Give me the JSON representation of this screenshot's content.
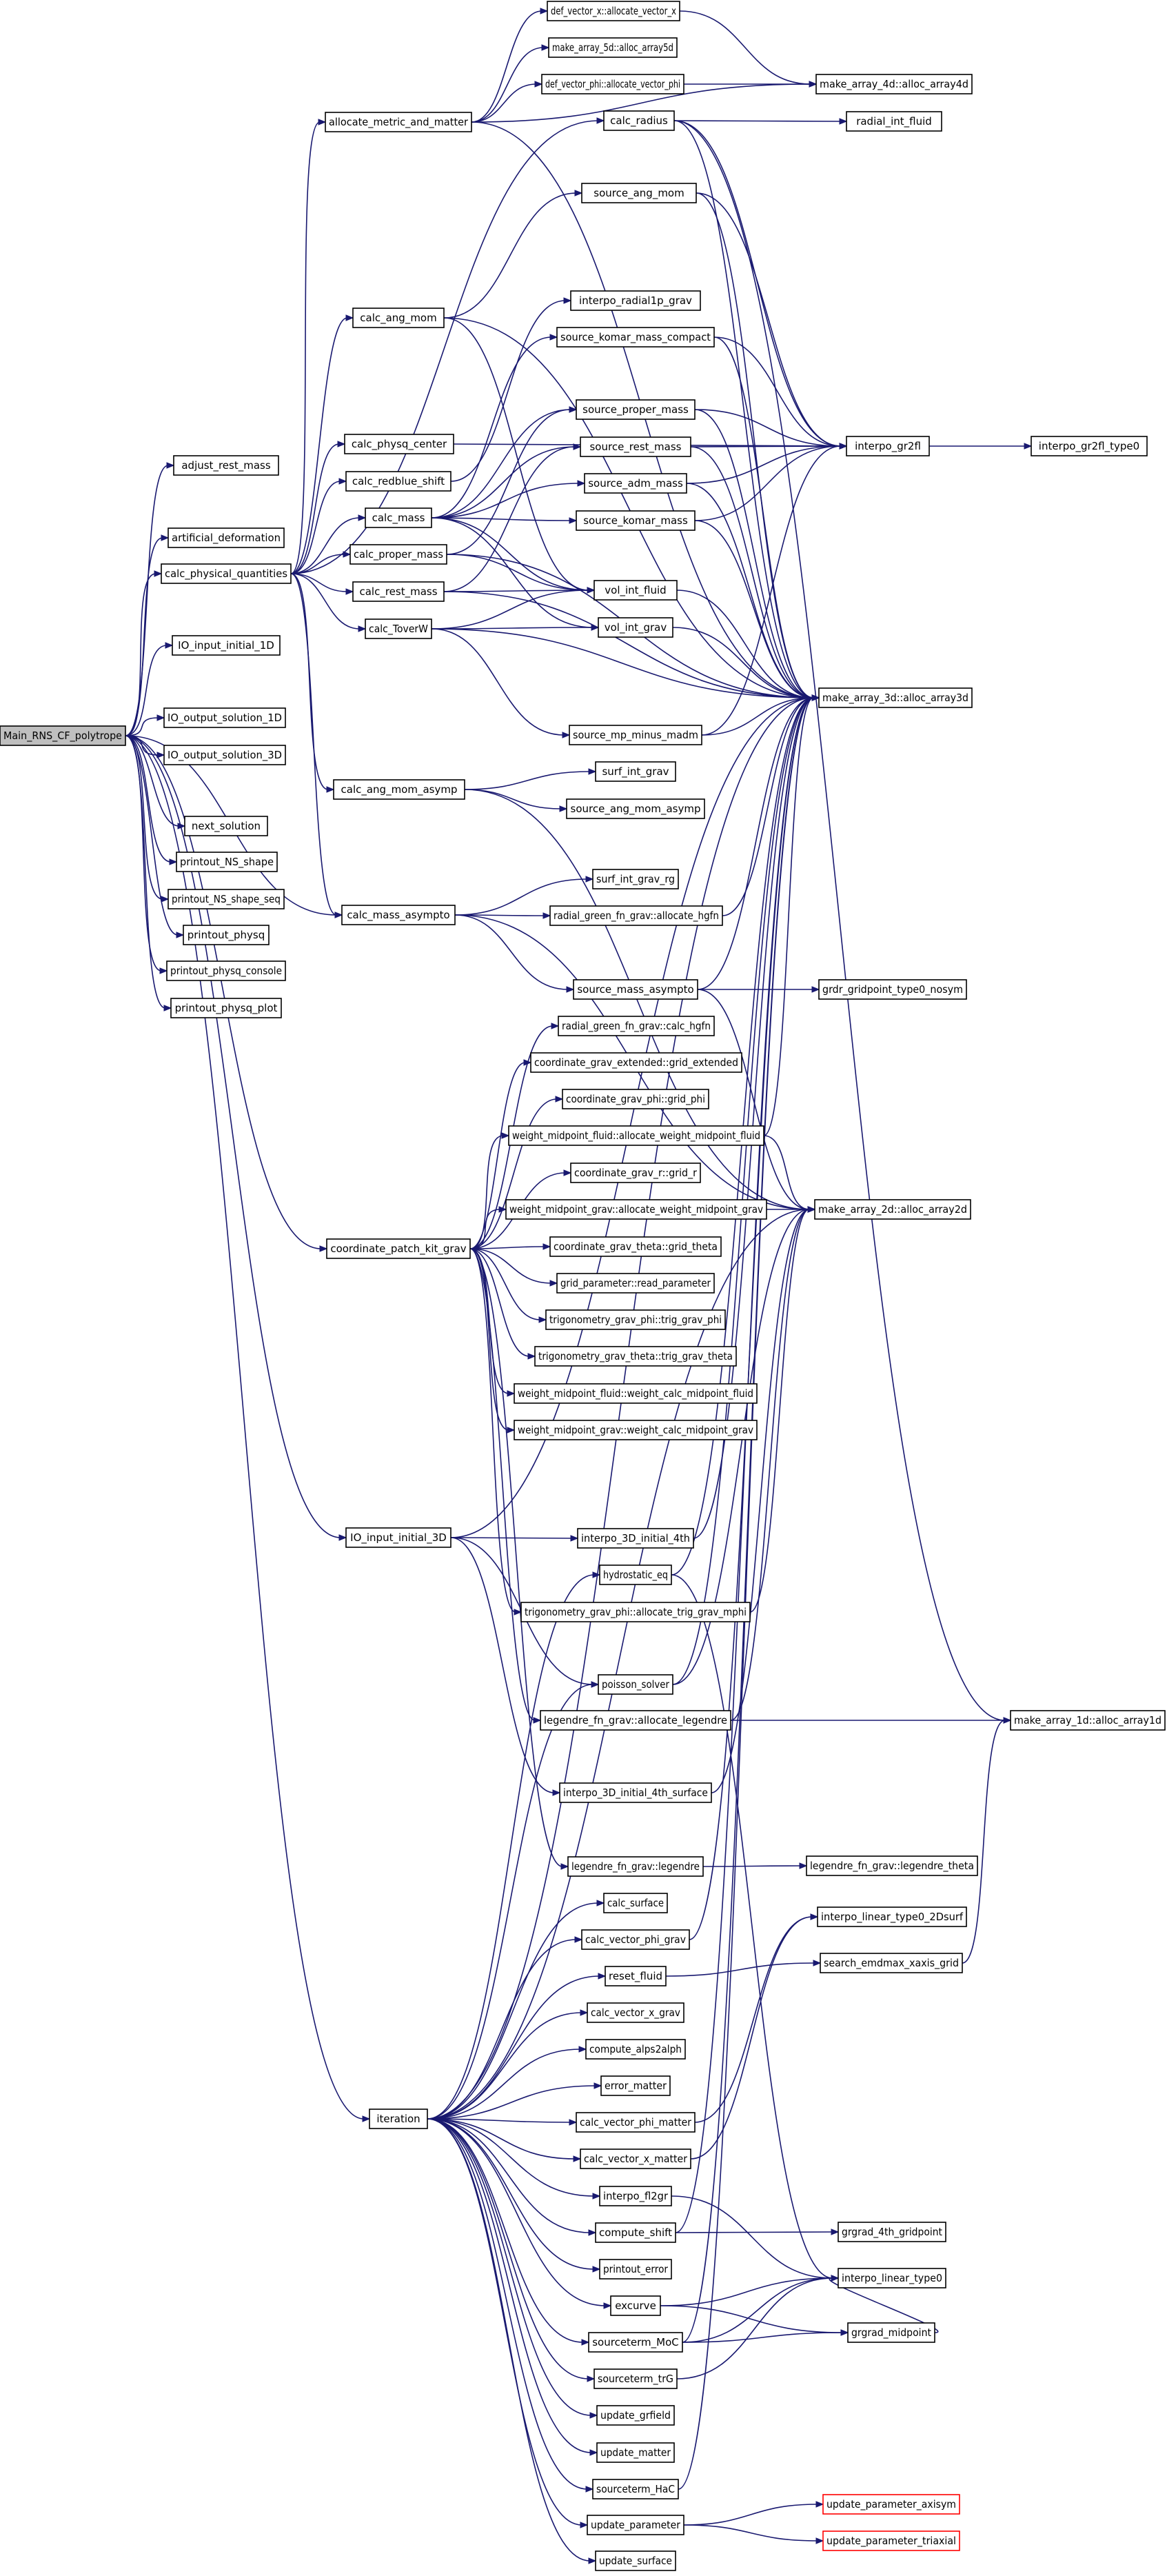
{
  "colors": {
    "edge": "#191970",
    "root_fill": "#bfbfbf",
    "node_border": "#000000",
    "unresolved_border": "#ff0000"
  },
  "root": "Main_RNS_CF_polytrope",
  "nodes": [
    {
      "id": "n0",
      "label": "Main_RNS_CF_polytrope"
    },
    {
      "id": "n1",
      "label": "adjust_rest_mass"
    },
    {
      "id": "n2",
      "label": "artificial_deformation"
    },
    {
      "id": "n3",
      "label": "calc_physical_quantities"
    },
    {
      "id": "n4",
      "label": "IO_input_initial_1D"
    },
    {
      "id": "n5",
      "label": "IO_output_solution_1D"
    },
    {
      "id": "n6",
      "label": "IO_output_solution_3D"
    },
    {
      "id": "n7",
      "label": "next_solution"
    },
    {
      "id": "n8",
      "label": "printout_NS_shape"
    },
    {
      "id": "n9",
      "label": "printout_NS_shape_seq"
    },
    {
      "id": "n10",
      "label": "printout_physq"
    },
    {
      "id": "n11",
      "label": "printout_physq_console"
    },
    {
      "id": "n12",
      "label": "printout_physq_plot"
    },
    {
      "id": "n13",
      "label": "allocate_metric_and_matter"
    },
    {
      "id": "n14",
      "label": "calc_ang_mom"
    },
    {
      "id": "n15",
      "label": "calc_physq_center"
    },
    {
      "id": "n16",
      "label": "calc_redblue_shift"
    },
    {
      "id": "n17",
      "label": "calc_mass"
    },
    {
      "id": "n18",
      "label": "calc_proper_mass"
    },
    {
      "id": "n19",
      "label": "calc_rest_mass"
    },
    {
      "id": "n20",
      "label": "calc_ToverW"
    },
    {
      "id": "n21",
      "label": "calc_ang_mom_asymp"
    },
    {
      "id": "n22",
      "label": "calc_mass_asympto"
    },
    {
      "id": "n23",
      "label": "coordinate_patch_kit_grav"
    },
    {
      "id": "n24",
      "label": "IO_input_initial_3D"
    },
    {
      "id": "n25",
      "label": "iteration"
    },
    {
      "id": "n26",
      "label": "def_vector_x::allocate_vector_x"
    },
    {
      "id": "n27",
      "label": "make_array_5d::alloc_array5d"
    },
    {
      "id": "n28",
      "label": "def_vector_phi::allocate_vector_phi"
    },
    {
      "id": "n29",
      "label": "calc_radius"
    },
    {
      "id": "n30",
      "label": "source_ang_mom"
    },
    {
      "id": "n31",
      "label": "interpo_radial1p_grav"
    },
    {
      "id": "n32",
      "label": "source_komar_mass_compact"
    },
    {
      "id": "n33",
      "label": "source_proper_mass"
    },
    {
      "id": "n34",
      "label": "source_rest_mass"
    },
    {
      "id": "n35",
      "label": "source_adm_mass"
    },
    {
      "id": "n36",
      "label": "source_komar_mass"
    },
    {
      "id": "n37",
      "label": "vol_int_fluid"
    },
    {
      "id": "n38",
      "label": "vol_int_grav"
    },
    {
      "id": "n39",
      "label": "source_mp_minus_madm"
    },
    {
      "id": "n40",
      "label": "surf_int_grav"
    },
    {
      "id": "n41",
      "label": "source_ang_mom_asymp"
    },
    {
      "id": "n42",
      "label": "surf_int_grav_rg"
    },
    {
      "id": "n43",
      "label": "radial_green_fn_grav::allocate_hgfn"
    },
    {
      "id": "n44",
      "label": "source_mass_asympto"
    },
    {
      "id": "n45",
      "label": "radial_green_fn_grav::calc_hgfn"
    },
    {
      "id": "n46",
      "label": "coordinate_grav_extended::grid_extended"
    },
    {
      "id": "n47",
      "label": "coordinate_grav_phi::grid_phi"
    },
    {
      "id": "n48",
      "label": "weight_midpoint_fluid::allocate_weight_midpoint_fluid"
    },
    {
      "id": "n49",
      "label": "coordinate_grav_r::grid_r"
    },
    {
      "id": "n50",
      "label": "weight_midpoint_grav::allocate_weight_midpoint_grav"
    },
    {
      "id": "n51",
      "label": "coordinate_grav_theta::grid_theta"
    },
    {
      "id": "n52",
      "label": "grid_parameter::read_parameter"
    },
    {
      "id": "n53",
      "label": "trigonometry_grav_phi::trig_grav_phi"
    },
    {
      "id": "n54",
      "label": "trigonometry_grav_theta::trig_grav_theta"
    },
    {
      "id": "n55",
      "label": "weight_midpoint_fluid::weight_calc_midpoint_fluid"
    },
    {
      "id": "n56",
      "label": "weight_midpoint_grav::weight_calc_midpoint_grav"
    },
    {
      "id": "n57",
      "label": "interpo_3D_initial_4th"
    },
    {
      "id": "n58",
      "label": "hydrostatic_eq"
    },
    {
      "id": "n59",
      "label": "trigonometry_grav_phi::allocate_trig_grav_mphi"
    },
    {
      "id": "n60",
      "label": "poisson_solver"
    },
    {
      "id": "n61",
      "label": "legendre_fn_grav::allocate_legendre"
    },
    {
      "id": "n62",
      "label": "interpo_3D_initial_4th_surface"
    },
    {
      "id": "n63",
      "label": "legendre_fn_grav::legendre"
    },
    {
      "id": "n64",
      "label": "calc_surface"
    },
    {
      "id": "n65",
      "label": "calc_vector_phi_grav"
    },
    {
      "id": "n66",
      "label": "reset_fluid"
    },
    {
      "id": "n67",
      "label": "calc_vector_x_grav"
    },
    {
      "id": "n68",
      "label": "compute_alps2alph"
    },
    {
      "id": "n69",
      "label": "error_matter"
    },
    {
      "id": "n70",
      "label": "calc_vector_phi_matter"
    },
    {
      "id": "n71",
      "label": "calc_vector_x_matter"
    },
    {
      "id": "n72",
      "label": "interpo_fl2gr"
    },
    {
      "id": "n73",
      "label": "compute_shift"
    },
    {
      "id": "n74",
      "label": "printout_error"
    },
    {
      "id": "n75",
      "label": "excurve"
    },
    {
      "id": "n76",
      "label": "sourceterm_MoC"
    },
    {
      "id": "n77",
      "label": "sourceterm_trG"
    },
    {
      "id": "n78",
      "label": "update_grfield"
    },
    {
      "id": "n79",
      "label": "update_matter"
    },
    {
      "id": "n80",
      "label": "sourceterm_HaC"
    },
    {
      "id": "n81",
      "label": "update_parameter"
    },
    {
      "id": "n82",
      "label": "update_surface"
    },
    {
      "id": "n83",
      "label": "make_array_4d::alloc_array4d"
    },
    {
      "id": "n84",
      "label": "radial_int_fluid"
    },
    {
      "id": "n85",
      "label": "interpo_gr2fl"
    },
    {
      "id": "n86",
      "label": "make_array_3d::alloc_array3d"
    },
    {
      "id": "n87",
      "label": "grdr_gridpoint_type0_nosym"
    },
    {
      "id": "n88",
      "label": "make_array_2d::alloc_array2d"
    },
    {
      "id": "n89",
      "label": "legendre_fn_grav::legendre_theta"
    },
    {
      "id": "n90",
      "label": "interpo_linear_type0_2Dsurf"
    },
    {
      "id": "n91",
      "label": "search_emdmax_xaxis_grid"
    },
    {
      "id": "n92",
      "label": "grgrad_4th_gridpoint"
    },
    {
      "id": "n93",
      "label": "interpo_linear_type0"
    },
    {
      "id": "n94",
      "label": "grgrad_midpoint"
    },
    {
      "id": "n95",
      "label": "update_parameter_axisym"
    },
    {
      "id": "n96",
      "label": "update_parameter_triaxial"
    },
    {
      "id": "n97",
      "label": "interpo_gr2fl_type0"
    },
    {
      "id": "n98",
      "label": "make_array_1d::alloc_array1d"
    }
  ]
}
